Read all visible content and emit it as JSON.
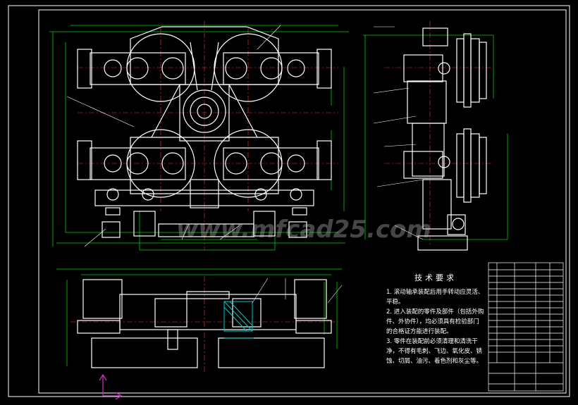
{
  "drawing": {
    "technical_requirements": {
      "title": "技术要求",
      "items": [
        "1. 滚动轴承装配后用手转动应灵活、平稳。",
        "2. 进入装配的零件及部件（包括外购件、外协件），均必须具有检验部门的合格证方能进行装配。",
        "3. 零件在装配前必须清理和清洗干净，不得有毛刺、飞边、氧化皮、锈蚀、切屑、油污、着色剂和灰尘等。"
      ]
    },
    "watermark": "www.mfcad25.com",
    "colors": {
      "background": "#000000",
      "frame": "#ffffff",
      "outline": "#ffffff",
      "dimension": "#00ff00",
      "centerline": "#ff3333",
      "hatch": "#00c8c8",
      "part": "#e6e6e6",
      "axis": "#cc33cc"
    }
  }
}
